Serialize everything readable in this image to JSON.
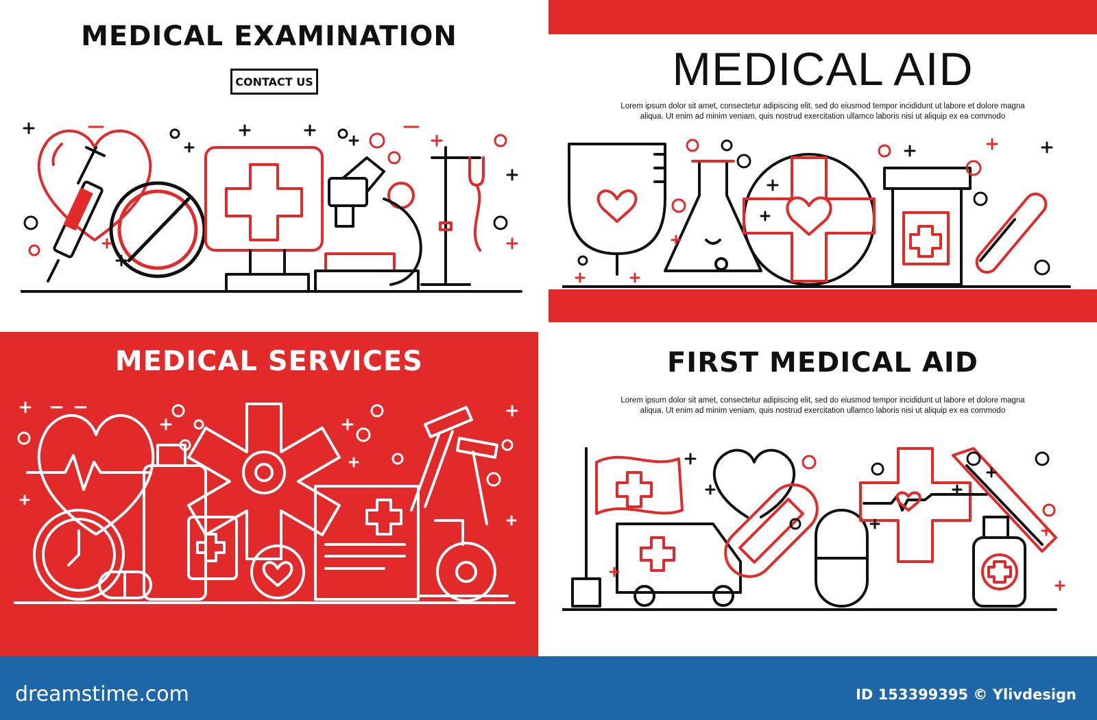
{
  "panels": {
    "examination": {
      "title": "MEDICAL EXAMINATION",
      "button_label": "CONTACT US"
    },
    "aid": {
      "title": "MEDICAL AID",
      "text_line1": "Lorem ipsum dolor sit amet, consectetur adipiscing elit, sed do eiusmod tempor incididunt ut labore et dolore magna",
      "text_line2": "aliqua. Ut enim ad minim veniam, quis nostrud exercitation ullamco laboris nisi ut aliquip ex ea commodo"
    },
    "services": {
      "title": "MEDICAL SERVICES"
    },
    "first_aid": {
      "title": "FIRST MEDICAL AID",
      "text_line1": "Lorem ipsum dolor sit amet, consectetur adipiscing elit, sed do eiusmod tempor incididunt ut labore et dolore magna",
      "text_line2": "aliqua. Ut enim ad minim veniam, quis nostrud exercitation ullamco laboris nisi ut aliquip ex ea commodo"
    }
  },
  "footer": {
    "brand": "dreamstime.com",
    "id_text": "ID 153399395 © Ylivdesign"
  },
  "colors": {
    "red": "#e32a2a",
    "black": "#111111",
    "blue": "#1d67a8",
    "white": "#ffffff"
  },
  "illustrations": {
    "examination": [
      "heart-icon",
      "syringe-icon",
      "pill-icon",
      "computer-monitor-icon",
      "microscope-icon",
      "iv-drip-icon"
    ],
    "aid": [
      "blood-bag-icon",
      "flask-icon",
      "cross-heart-icon",
      "pill-bottle-icon",
      "thermometer-icon"
    ],
    "services": [
      "heartbeat-icon",
      "stopwatch-icon",
      "pill-icon",
      "bottle-icon",
      "star-of-life-icon",
      "first-aid-kit-icon",
      "crutches-icon",
      "wheelchair-icon"
    ],
    "first_aid": [
      "flag-icon",
      "ambulance-icon",
      "heart-icon",
      "bandage-icon",
      "capsule-icon",
      "cross-icon",
      "scalpel-icon",
      "spray-bottle-icon"
    ]
  }
}
